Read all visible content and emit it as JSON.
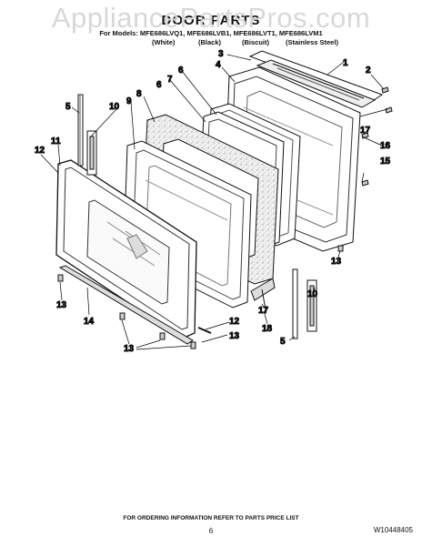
{
  "watermark": "AppliancePartsPros.com",
  "header": {
    "title": "DOOR PARTS",
    "models": "For Models: MFE686LVQ1, MFE686LVB1, MFE686LVT1, MFE686LVM1",
    "colors": [
      "(White)",
      "(Black)",
      "(Biscuit)",
      "(Stainless Steel)"
    ]
  },
  "callouts": {
    "c1": "1",
    "c2": "2",
    "c3": "3",
    "c4": "4",
    "c5a": "5",
    "c5b": "5",
    "c6a": "6",
    "c6b": "6",
    "c7": "7",
    "c8": "8",
    "c9": "9",
    "c10a": "10",
    "c10b": "10",
    "c11": "11",
    "c12a": "12",
    "c12b": "12",
    "c13a": "13",
    "c13b": "13",
    "c13c": "13",
    "c13d": "13",
    "c14": "14",
    "c15": "15",
    "c16": "16",
    "c17a": "17",
    "c17b": "17",
    "c18": "18"
  },
  "footer": {
    "note": "FOR ORDERING INFORMATION REFER TO PARTS PRICE LIST",
    "page": "6",
    "doc_number": "W10448405"
  }
}
